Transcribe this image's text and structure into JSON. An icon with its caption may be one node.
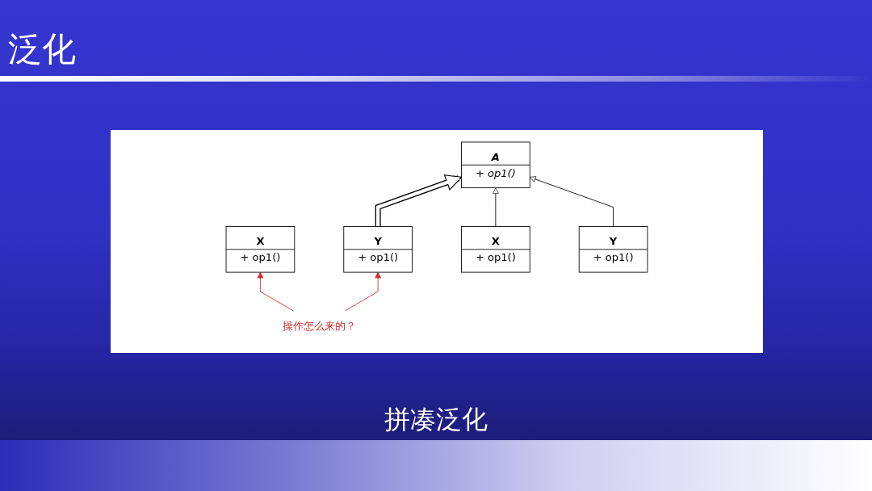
{
  "diagram": {
    "title": "泛化",
    "caption": "拼凑泛化",
    "nodes": [
      {
        "text": [
          "X",
          "+ op1()"
        ]
      },
      {
        "text": [
          "Y",
          "+ op1()"
        ]
      },
      {
        "text": [
          "操作怎么来的？"
        ]
      },
      {
        "text": [
          "A",
          "+ op1()"
        ]
      },
      {
        "text": [
          "X",
          "+ op1()"
        ]
      },
      {
        "text": [
          "Y",
          "+ op1()"
        ]
      }
    ],
    "edges": [
      {
        "from": 2,
        "to": 0,
        "arrow": "to",
        "color": "#d42a2a"
      },
      {
        "from": 2,
        "to": 1,
        "arrow": "to",
        "color": "#d42a2a"
      },
      {
        "from": 1,
        "to": 3,
        "arrow": "to",
        "style": "thick"
      },
      {
        "from": 4,
        "to": 3,
        "arrow": "to"
      },
      {
        "from": 5,
        "to": 3,
        "arrow": "to"
      }
    ]
  }
}
